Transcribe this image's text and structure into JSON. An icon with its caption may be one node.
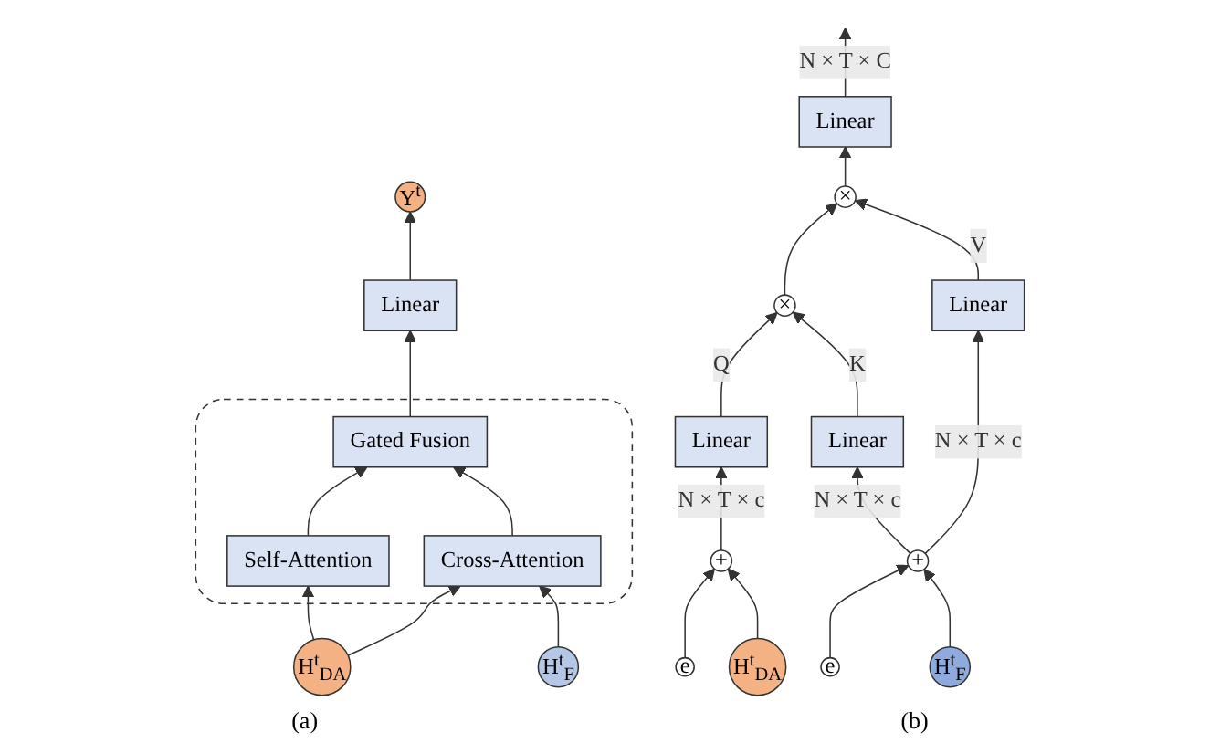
{
  "diagram": {
    "nodes": [
      {
        "text": [
          "Y$^{t}$"
        ]
      },
      {
        "text": [
          "Linear"
        ]
      },
      {
        "text": [],
        "shape": "box"
      },
      {
        "text": [
          "Gated Fusion"
        ],
        "in": 2
      },
      {
        "text": [
          "Self-Attention"
        ],
        "in": 2
      },
      {
        "text": [
          "Cross-Attention"
        ],
        "in": 2
      },
      {
        "text": [
          "H$^{t}$$_{DA}$"
        ]
      },
      {
        "text": [
          "H$^{t}$$_{F}$"
        ]
      },
      {
        "text": [
          "Linear"
        ]
      },
      {
        "text": [
          "×"
        ]
      },
      {
        "text": [
          "×"
        ]
      },
      {
        "text": [
          "Linear"
        ]
      },
      {
        "text": [
          "Linear"
        ]
      },
      {
        "text": [
          "Linear"
        ]
      },
      {
        "text": [
          "e"
        ]
      },
      {
        "text": [
          "+"
        ]
      },
      {
        "text": [
          "H$^{t}$$_{DA}$"
        ]
      },
      {
        "text": [
          "e"
        ]
      },
      {
        "text": [
          "+"
        ]
      },
      {
        "text": [
          "H$^{t}$$_{F}$"
        ]
      }
    ],
    "edges": [
      {
        "from": 6,
        "to": 4,
        "arrow": "to"
      },
      {
        "from": 6,
        "to": 5,
        "arrow": "to"
      },
      {
        "from": 7,
        "to": 5,
        "arrow": "to"
      },
      {
        "from": 4,
        "to": 3,
        "arrow": "to"
      },
      {
        "from": 5,
        "to": 3,
        "arrow": "to"
      },
      {
        "from": 3,
        "to": 1,
        "arrow": "to"
      },
      {
        "from": 1,
        "to": 0,
        "arrow": "to"
      },
      {
        "from": 8,
        "to": null,
        "arrow": "to",
        "label": "N × T × C"
      },
      {
        "from": 9,
        "to": 8,
        "arrow": "to"
      },
      {
        "from": 10,
        "to": 9,
        "arrow": "to"
      },
      {
        "from": 13,
        "to": 9,
        "arrow": "to",
        "label": "V"
      },
      {
        "from": 11,
        "to": 10,
        "arrow": "to",
        "label": "Q"
      },
      {
        "from": 12,
        "to": 10,
        "arrow": "to",
        "label": "K"
      },
      {
        "from": 15,
        "to": 11,
        "arrow": "to",
        "label": "N × T × c"
      },
      {
        "from": 14,
        "to": 15,
        "arrow": "to"
      },
      {
        "from": 16,
        "to": 15,
        "arrow": "to"
      },
      {
        "from": 18,
        "to": 13,
        "arrow": "to",
        "label": "N × T × c"
      },
      {
        "from": 18,
        "to": 12,
        "arrow": "to",
        "label": "N × T × c"
      },
      {
        "from": 17,
        "to": 18,
        "arrow": "to"
      },
      {
        "from": 19,
        "to": 18,
        "arrow": "to"
      }
    ],
    "labels": [
      "(a)",
      "(b)"
    ]
  }
}
